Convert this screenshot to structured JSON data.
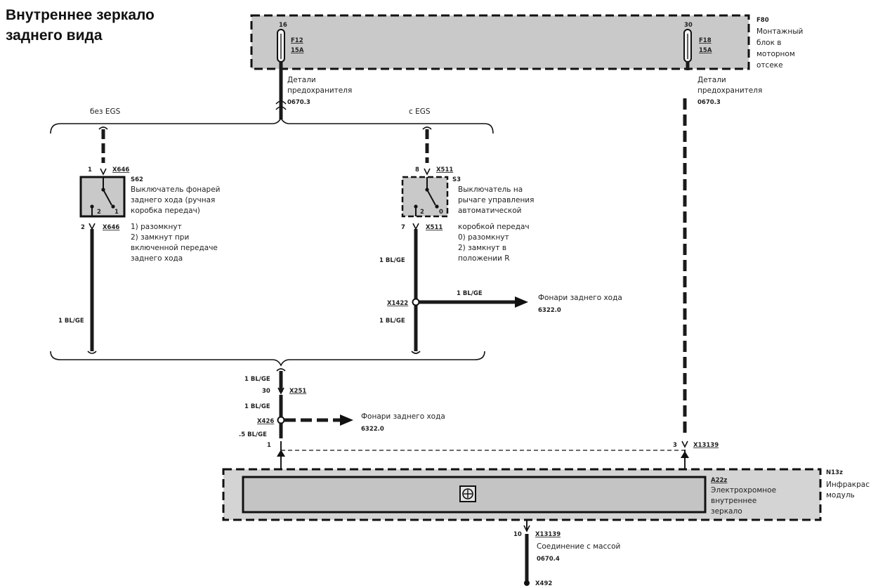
{
  "title": {
    "line1": "Внутреннее зеркало",
    "line2": "заднего вида"
  },
  "colors": {
    "wire": "#1a1a1a",
    "box_fill": "#c9c9c9",
    "module_fill": "#d4d4d4",
    "background": "#ffffff"
  },
  "fuse_block": {
    "id": "F80",
    "desc": [
      "Монтажный",
      "блок в",
      "моторном",
      "отсеке"
    ],
    "fuse_left": {
      "pin": "16",
      "id": "F12",
      "rating": "15A",
      "detail": [
        "Детали",
        "предохранителя"
      ],
      "ref": "0670.3"
    },
    "fuse_right": {
      "pin": "30",
      "id": "F18",
      "rating": "15A",
      "detail": [
        "Детали",
        "предохранителя"
      ],
      "ref": "0670.3"
    }
  },
  "variants": {
    "left": "без EGS",
    "right": "с EGS"
  },
  "switch_manual": {
    "id": "S62",
    "pin_top": "1",
    "conn_top": "X646",
    "pin_bottom": "2",
    "conn_bottom": "X646",
    "contacts": [
      "2",
      "1"
    ],
    "desc": [
      "Выключатель фонарей",
      "заднего хода (ручная",
      "коробка передач)",
      "1) разомкнут",
      "2) замкнут при",
      "включенной передаче",
      "заднего хода"
    ],
    "wire": "1 BL/GE"
  },
  "switch_auto": {
    "id": "S3",
    "pin_top": "8",
    "conn_top": "X511",
    "pin_bottom": "7",
    "conn_bottom": "X511",
    "contacts": [
      "2",
      "0"
    ],
    "desc": [
      "Выключатель на",
      "рычаге управления",
      "автоматической",
      "коробкой передач",
      "0) разомкнут",
      "2) замкнут в",
      "положении R"
    ],
    "wire_upper": "1 BL/GE",
    "wire_lower": "1 BL/GE",
    "splice": {
      "id": "X1422",
      "wire": "1 BL/GE",
      "target": "Фонари заднего хода",
      "ref": "6322.0"
    }
  },
  "lower_chain": {
    "wire1": "1 BL/GE",
    "pin30": "30",
    "conn": "X251",
    "wire2": "1 BL/GE",
    "splice": {
      "id": "X426",
      "target": "Фонари заднего хода",
      "ref": "6322.0"
    },
    "wire3": ".5 BL/GE",
    "pin1": "1"
  },
  "mirror_module": {
    "id": "N13z",
    "sub_id": "A22z",
    "desc": [
      "Электрохромное",
      "внутреннее",
      "зеркало"
    ],
    "module_desc": [
      "Инфракрас",
      "модуль"
    ],
    "pin3": "3",
    "conn_right": "X13139",
    "pin10": "10",
    "conn_bottom": "X13139",
    "ground": {
      "text": "Соединение с массой",
      "ref": "0670.4",
      "id": "X492"
    }
  }
}
